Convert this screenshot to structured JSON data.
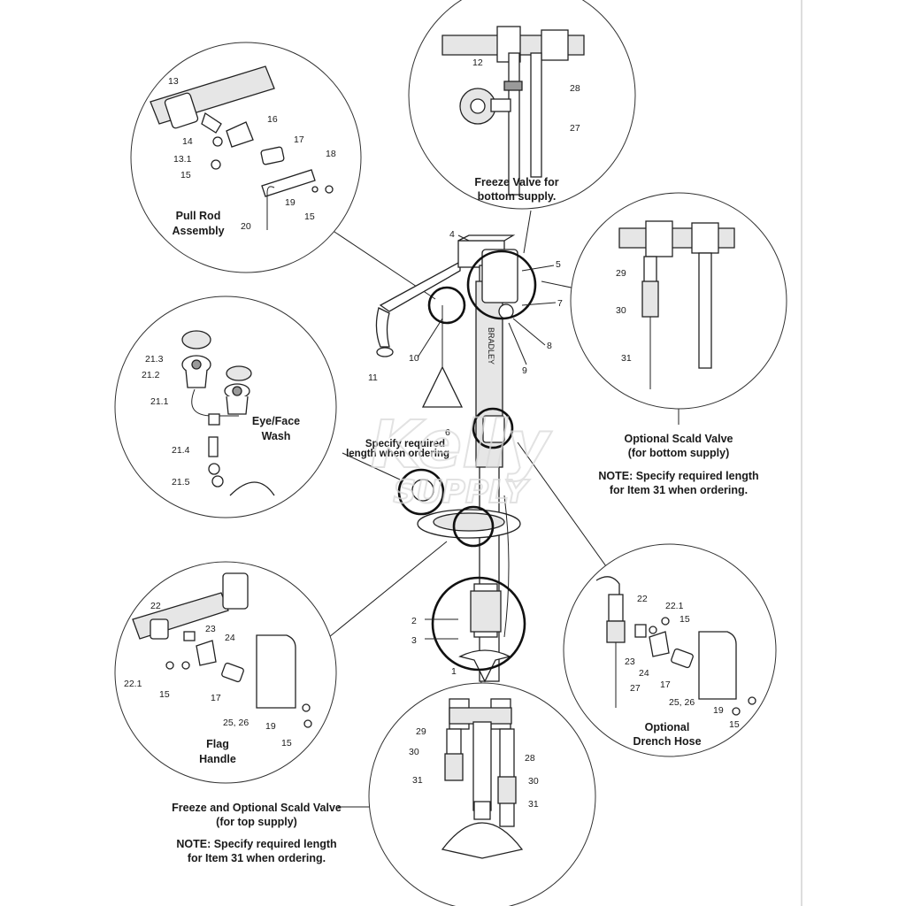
{
  "watermark": {
    "line1": "Kelly",
    "line2": "SUPPLY"
  },
  "main_labels": [
    "1",
    "2",
    "3",
    "4",
    "5",
    "6",
    "7",
    "8",
    "9",
    "10",
    "11"
  ],
  "main_note": {
    "line1": "Specify required",
    "line2": "length when ordering"
  },
  "pull_rod": {
    "caption": [
      "Pull Rod",
      "Assembly"
    ],
    "labels": [
      "13",
      "14",
      "13.1",
      "15",
      "16",
      "17",
      "18",
      "19",
      "15",
      "20"
    ]
  },
  "freeze_valve": {
    "caption": [
      "Freeze Valve for",
      "bottom supply."
    ],
    "labels": [
      "12",
      "28",
      "27"
    ]
  },
  "scald_bottom": {
    "labels": [
      "29",
      "30",
      "31"
    ],
    "caption": [
      "Optional Scald Valve",
      "(for bottom supply)"
    ],
    "note": [
      "NOTE: Specify required length",
      "for Item 31 when ordering."
    ]
  },
  "eye_face": {
    "caption": [
      "Eye/Face",
      "Wash"
    ],
    "labels": [
      "21.3",
      "21.2",
      "21.1",
      "21.4",
      "21.5"
    ]
  },
  "flag_handle": {
    "caption": [
      "Flag",
      "Handle"
    ],
    "labels": [
      "22",
      "23",
      "24",
      "22.1",
      "15",
      "17",
      "25, 26",
      "19",
      "15"
    ]
  },
  "drench_hose": {
    "caption": [
      "Optional",
      "Drench Hose"
    ],
    "labels": [
      "22",
      "22.1",
      "15",
      "23",
      "24",
      "27",
      "17",
      "25, 26",
      "19",
      "15"
    ]
  },
  "freeze_top": {
    "labels": [
      "29",
      "30",
      "31",
      "28",
      "30",
      "31"
    ],
    "caption": [
      "Freeze and Optional Scald Valve",
      "(for top supply)"
    ],
    "note": [
      "NOTE: Specify required length",
      "for Item 31 when ordering."
    ]
  }
}
